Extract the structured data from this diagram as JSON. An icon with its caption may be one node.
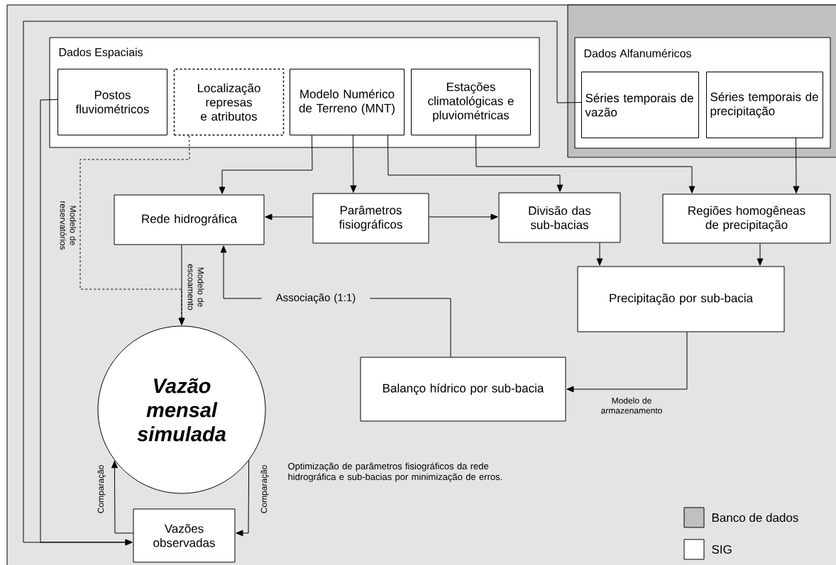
{
  "diagram": {
    "nodes": [
      {
        "text": [
          "Dados Espaciais"
        ]
      },
      {
        "text": [
          "Postos fluviométricos"
        ],
        "in": 0
      },
      {
        "text": [
          "Localização represas e atributos"
        ],
        "in": 0
      },
      {
        "text": [
          "Modelo Numérico de Terreno (MNT)"
        ],
        "in": 0
      },
      {
        "text": [
          "Estações climatológicas e pluviométricas"
        ],
        "in": 0
      },
      {
        "text": [
          "Dados Alfanuméricos"
        ]
      },
      {
        "text": [
          "Séries temporais de vazão"
        ],
        "in": 5
      },
      {
        "text": [
          "Séries temporais de precipitação"
        ],
        "in": 5
      },
      {
        "text": [
          "Rede hidrográfica"
        ]
      },
      {
        "text": [
          "Parâmetros fisiográficos"
        ]
      },
      {
        "text": [
          "Divisão das sub-bacias"
        ]
      },
      {
        "text": [
          "Regiões homogêneas de precipitação"
        ]
      },
      {
        "text": [
          "Precipitação por sub-bacia"
        ]
      },
      {
        "text": [
          "Balanço hídrico por sub-bacia"
        ]
      },
      {
        "text": [
          "Vazão mensal simulada"
        ]
      },
      {
        "text": [
          "Vazões observadas"
        ]
      }
    ],
    "edges": [
      {
        "from": 1,
        "to": 15,
        "arrow": "to"
      },
      {
        "from": 6,
        "to": 15,
        "arrow": "to"
      },
      {
        "from": 2,
        "to": 14,
        "arrow": "to",
        "style": "dashed",
        "label": "Modelo de reservatórios"
      },
      {
        "from": 8,
        "to": 14,
        "arrow": "to",
        "label": "Modelo de escoamento"
      },
      {
        "from": 3,
        "to": 8,
        "arrow": "to"
      },
      {
        "from": 3,
        "to": 9,
        "arrow": "to"
      },
      {
        "from": 3,
        "to": 10,
        "arrow": "to"
      },
      {
        "from": 4,
        "to": 11,
        "arrow": "to"
      },
      {
        "from": 7,
        "to": 11,
        "arrow": "to"
      },
      {
        "from": 9,
        "to": 8,
        "arrow": "to"
      },
      {
        "from": 9,
        "to": 10,
        "arrow": "to"
      },
      {
        "from": 10,
        "to": 12,
        "arrow": "to"
      },
      {
        "from": 11,
        "to": 12,
        "arrow": "to"
      },
      {
        "from": 12,
        "to": 13,
        "arrow": "to",
        "label": "Modelo de armazenamento"
      },
      {
        "from": 13,
        "to": 8,
        "arrow": "to",
        "label": "Associação (1:1)"
      },
      {
        "from": 14,
        "to": 15,
        "arrow": "to",
        "label": "Comparação"
      },
      {
        "from": 15,
        "to": 14,
        "arrow": "to",
        "label": "Comparação"
      }
    ],
    "labels": [
      "Optimização de parâmetros fisiográficos da rede hidrográfica e sub-bacias por minimização de erros."
    ],
    "legend": [
      {
        "text": "Banco de dados",
        "color": "#c0c0c0"
      },
      {
        "text": "SIG",
        "color": "#ffffff"
      }
    ]
  }
}
